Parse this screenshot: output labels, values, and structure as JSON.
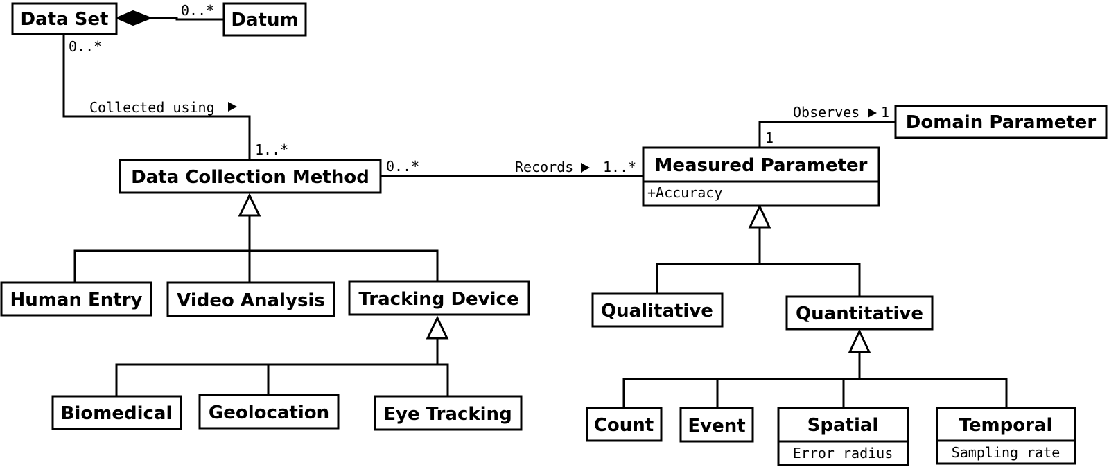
{
  "classes": {
    "data_set": "Data Set",
    "datum": "Datum",
    "data_collection_method": "Data Collection Method",
    "human_entry": "Human Entry",
    "video_analysis": "Video Analysis",
    "tracking_device": "Tracking Device",
    "biomedical": "Biomedical",
    "geolocation": "Geolocation",
    "eye_tracking": "Eye Tracking",
    "measured_parameter": {
      "name": "Measured Parameter",
      "attribute": "+Accuracy"
    },
    "domain_parameter": "Domain Parameter",
    "qualitative": "Qualitative",
    "quantitative": "Quantitative",
    "count": "Count",
    "event": "Event",
    "spatial": {
      "name": "Spatial",
      "attribute": "Error radius"
    },
    "temporal": {
      "name": "Temporal",
      "attribute": "Sampling rate"
    }
  },
  "associations": {
    "dataset_datum": {
      "multiplicity": "0..*"
    },
    "collected_using": {
      "label": "Collected using",
      "source_multiplicity": "0..*",
      "target_multiplicity": "1..*"
    },
    "records": {
      "label": "Records",
      "source_multiplicity": "0..*",
      "target_multiplicity": "1..*"
    },
    "observes": {
      "label": "Observes",
      "source_multiplicity": "1",
      "target_multiplicity": "1"
    }
  }
}
